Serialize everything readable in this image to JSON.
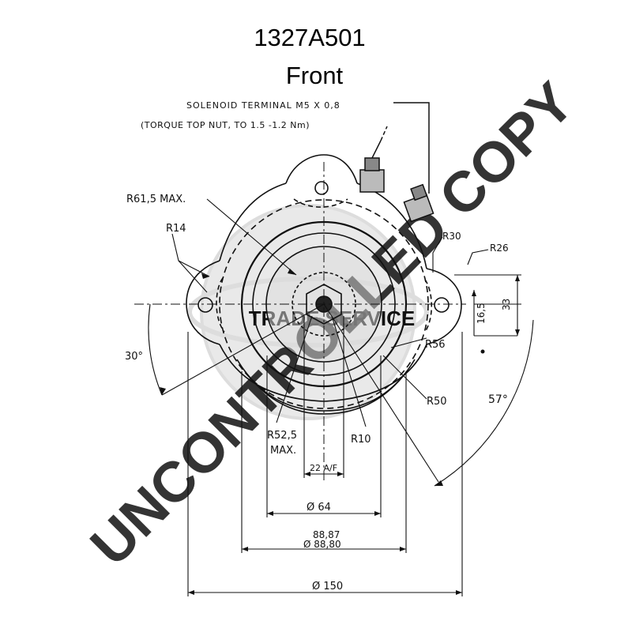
{
  "header": {
    "part_number": "1327A501",
    "view": "Front"
  },
  "annotations": {
    "solenoid_note_line1": "SOLENOID TERMINAL M5 X 0,8",
    "solenoid_note_line2": "(TORQUE TOP NUT, TO 1.5 -1.2 Nm)",
    "r61": "R61,5 MAX.",
    "r14": "R14",
    "r30": "R30",
    "r26": "R26",
    "r56": "R56",
    "r50": "R50",
    "r52_line1": "R52,5",
    "r52_line2": "MAX.",
    "r10": "R10",
    "angle_30": "30°",
    "angle_57": "57°",
    "dim_33": "33",
    "dim_16": "16,5",
    "dim_22": "22 A/F",
    "dim_64": "Ø 64",
    "dim_88_upper": "88,87",
    "dim_88_lower": "Ø 88,80",
    "dim_150": "Ø 150"
  },
  "watermark": {
    "text": "UNCONTROLLED COPY",
    "logo_text": "TRADE SERVICE",
    "color": "#d8d8d8"
  }
}
